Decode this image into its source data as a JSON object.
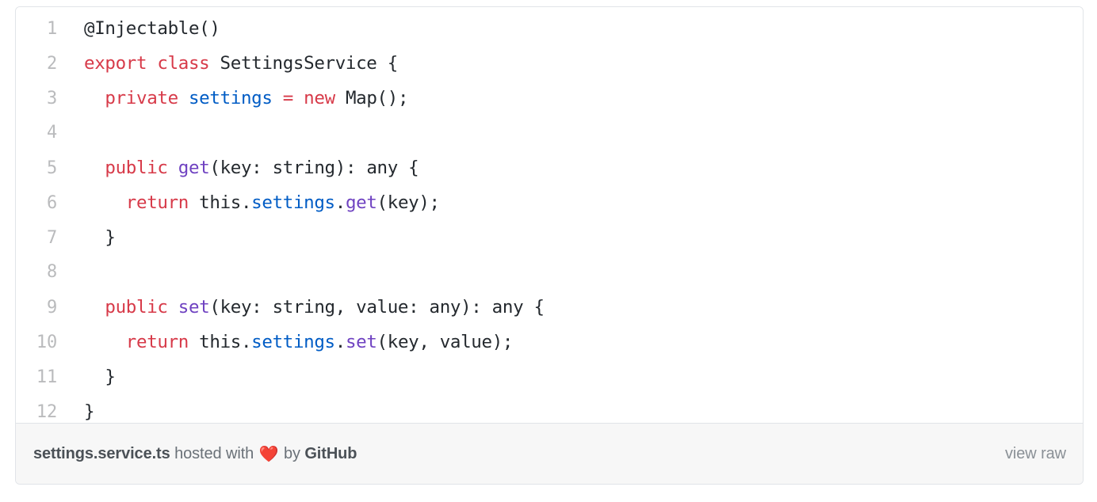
{
  "gist": {
    "filename": "settings.service.ts",
    "hosted_with_text": "hosted with",
    "heart_icon": "heart-icon",
    "heart_glyph": "❤️",
    "by_text": "by",
    "host_name": "GitHub",
    "view_raw_label": "view raw",
    "colors": {
      "keyword": "#d73a49",
      "variable": "#005cc5",
      "function": "#6f42c1",
      "plain": "#24292e",
      "line_number": "#babbbd",
      "border": "#e1e4e8",
      "footer_background": "#f7f7f7",
      "code_background": "#ffffff"
    },
    "lines": [
      {
        "number": "1",
        "tokens": [
          {
            "t": "@Injectable()",
            "c": "p"
          }
        ]
      },
      {
        "number": "2",
        "tokens": [
          {
            "t": "export class",
            "c": "k"
          },
          {
            "t": " SettingsService {",
            "c": "p"
          }
        ]
      },
      {
        "number": "3",
        "tokens": [
          {
            "t": "  ",
            "c": "p"
          },
          {
            "t": "private",
            "c": "k"
          },
          {
            "t": " ",
            "c": "p"
          },
          {
            "t": "settings",
            "c": "v"
          },
          {
            "t": " ",
            "c": "p"
          },
          {
            "t": "=",
            "c": "k"
          },
          {
            "t": " ",
            "c": "p"
          },
          {
            "t": "new",
            "c": "k"
          },
          {
            "t": " Map();",
            "c": "p"
          }
        ]
      },
      {
        "number": "4",
        "tokens": [
          {
            "t": "",
            "c": "p"
          }
        ]
      },
      {
        "number": "5",
        "tokens": [
          {
            "t": "  ",
            "c": "p"
          },
          {
            "t": "public",
            "c": "k"
          },
          {
            "t": " ",
            "c": "p"
          },
          {
            "t": "get",
            "c": "f"
          },
          {
            "t": "(key: string): any {",
            "c": "p"
          }
        ]
      },
      {
        "number": "6",
        "tokens": [
          {
            "t": "    ",
            "c": "p"
          },
          {
            "t": "return",
            "c": "k"
          },
          {
            "t": " this.",
            "c": "p"
          },
          {
            "t": "settings",
            "c": "v"
          },
          {
            "t": ".",
            "c": "p"
          },
          {
            "t": "get",
            "c": "f"
          },
          {
            "t": "(key);",
            "c": "p"
          }
        ]
      },
      {
        "number": "7",
        "tokens": [
          {
            "t": "  }",
            "c": "p"
          }
        ]
      },
      {
        "number": "8",
        "tokens": [
          {
            "t": "",
            "c": "p"
          }
        ]
      },
      {
        "number": "9",
        "tokens": [
          {
            "t": "  ",
            "c": "p"
          },
          {
            "t": "public",
            "c": "k"
          },
          {
            "t": " ",
            "c": "p"
          },
          {
            "t": "set",
            "c": "f"
          },
          {
            "t": "(key: string, value: any): any {",
            "c": "p"
          }
        ]
      },
      {
        "number": "10",
        "tokens": [
          {
            "t": "    ",
            "c": "p"
          },
          {
            "t": "return",
            "c": "k"
          },
          {
            "t": " this.",
            "c": "p"
          },
          {
            "t": "settings",
            "c": "v"
          },
          {
            "t": ".",
            "c": "p"
          },
          {
            "t": "set",
            "c": "f"
          },
          {
            "t": "(key, value);",
            "c": "p"
          }
        ]
      },
      {
        "number": "11",
        "tokens": [
          {
            "t": "  }",
            "c": "p"
          }
        ]
      },
      {
        "number": "12",
        "tokens": [
          {
            "t": "}",
            "c": "p"
          }
        ]
      }
    ]
  }
}
